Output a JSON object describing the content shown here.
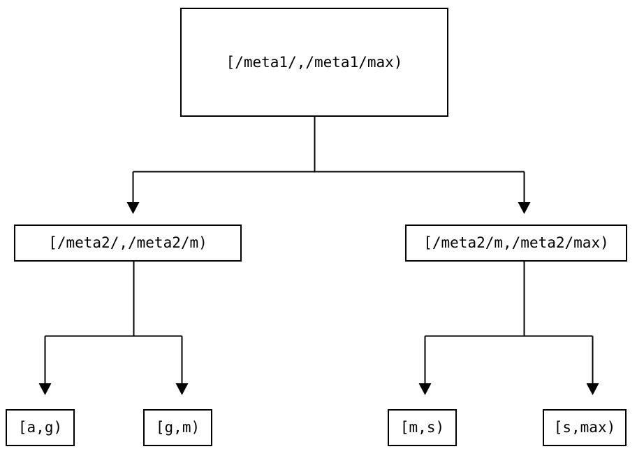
{
  "diagram": {
    "type": "tree",
    "title": "",
    "background_color": "#ffffff",
    "stroke_color": "#000000",
    "text_color": "#000000",
    "nodes": {
      "root": {
        "label": "[/meta1/,/meta1/max)",
        "level": 0
      },
      "mid_left": {
        "label": "[/meta2/,/meta2/m)",
        "level": 1
      },
      "mid_right": {
        "label": "[/meta2/m,/meta2/max)",
        "level": 1
      },
      "leaf_1": {
        "label": "[a,g)",
        "level": 2
      },
      "leaf_2": {
        "label": "[g,m)",
        "level": 2
      },
      "leaf_3": {
        "label": "[m,s)",
        "level": 2
      },
      "leaf_4": {
        "label": "[s,max)",
        "level": 2
      }
    },
    "edges": [
      {
        "from": "root",
        "to": "mid_left",
        "arrow": true
      },
      {
        "from": "root",
        "to": "mid_right",
        "arrow": true
      },
      {
        "from": "mid_left",
        "to": "leaf_1",
        "arrow": true
      },
      {
        "from": "mid_left",
        "to": "leaf_2",
        "arrow": true
      },
      {
        "from": "mid_right",
        "to": "leaf_3",
        "arrow": true
      },
      {
        "from": "mid_right",
        "to": "leaf_4",
        "arrow": true
      }
    ]
  }
}
